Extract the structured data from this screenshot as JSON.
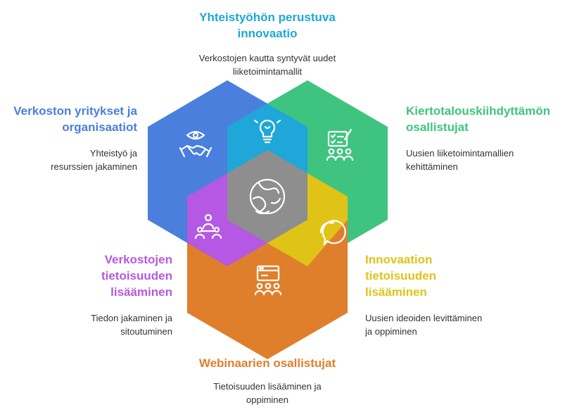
{
  "colors": {
    "blue": "#4a7fdd",
    "green": "#3fc47f",
    "orange": "#e07f2b",
    "cyan": "#1ea7d8",
    "yellow": "#dfc417",
    "purple": "#b558e3",
    "gray": "#8e8e8e"
  },
  "segments": [
    {
      "id": "innovation",
      "title": "Yhteistyöhön perustuva innovaatio",
      "description": "Verkostojen kautta syntyvät uudet liiketoimintamallit",
      "color": "#1ea7d8",
      "icon": "lightbulb-icon"
    },
    {
      "id": "circular",
      "title": "Kiertotalouskiihdyttämön osallistujat",
      "description": "Uusien liiketoimintamallien kehittäminen",
      "color": "#3fc47f",
      "icon": "checklist-people-icon"
    },
    {
      "id": "innovation-awareness",
      "title": "Innovaation tietoisuuden lisääminen",
      "description": "Uusien ideoiden levittäminen ja oppiminen",
      "color": "#dfc417",
      "icon": "chat-bubble-icon"
    },
    {
      "id": "webinars",
      "title": "Webinaarien osallistujat",
      "description": "Tietoisuuden lisääminen ja oppiminen",
      "color": "#e07f2b",
      "icon": "webinar-icon"
    },
    {
      "id": "network-awareness",
      "title": "Verkostojen tietoisuuden lisääminen",
      "description": "Tiedon jakaminen ja sitoutuminen",
      "color": "#b558e3",
      "icon": "people-network-icon"
    },
    {
      "id": "companies",
      "title": "Verkoston yritykset ja organisaatiot",
      "description": "Yhteistyö ja resurssien jakaminen",
      "color": "#4a7fdd",
      "icon": "handshake-eye-icon"
    }
  ],
  "center": {
    "icon": "globe-hands-icon",
    "color": "#8e8e8e"
  }
}
